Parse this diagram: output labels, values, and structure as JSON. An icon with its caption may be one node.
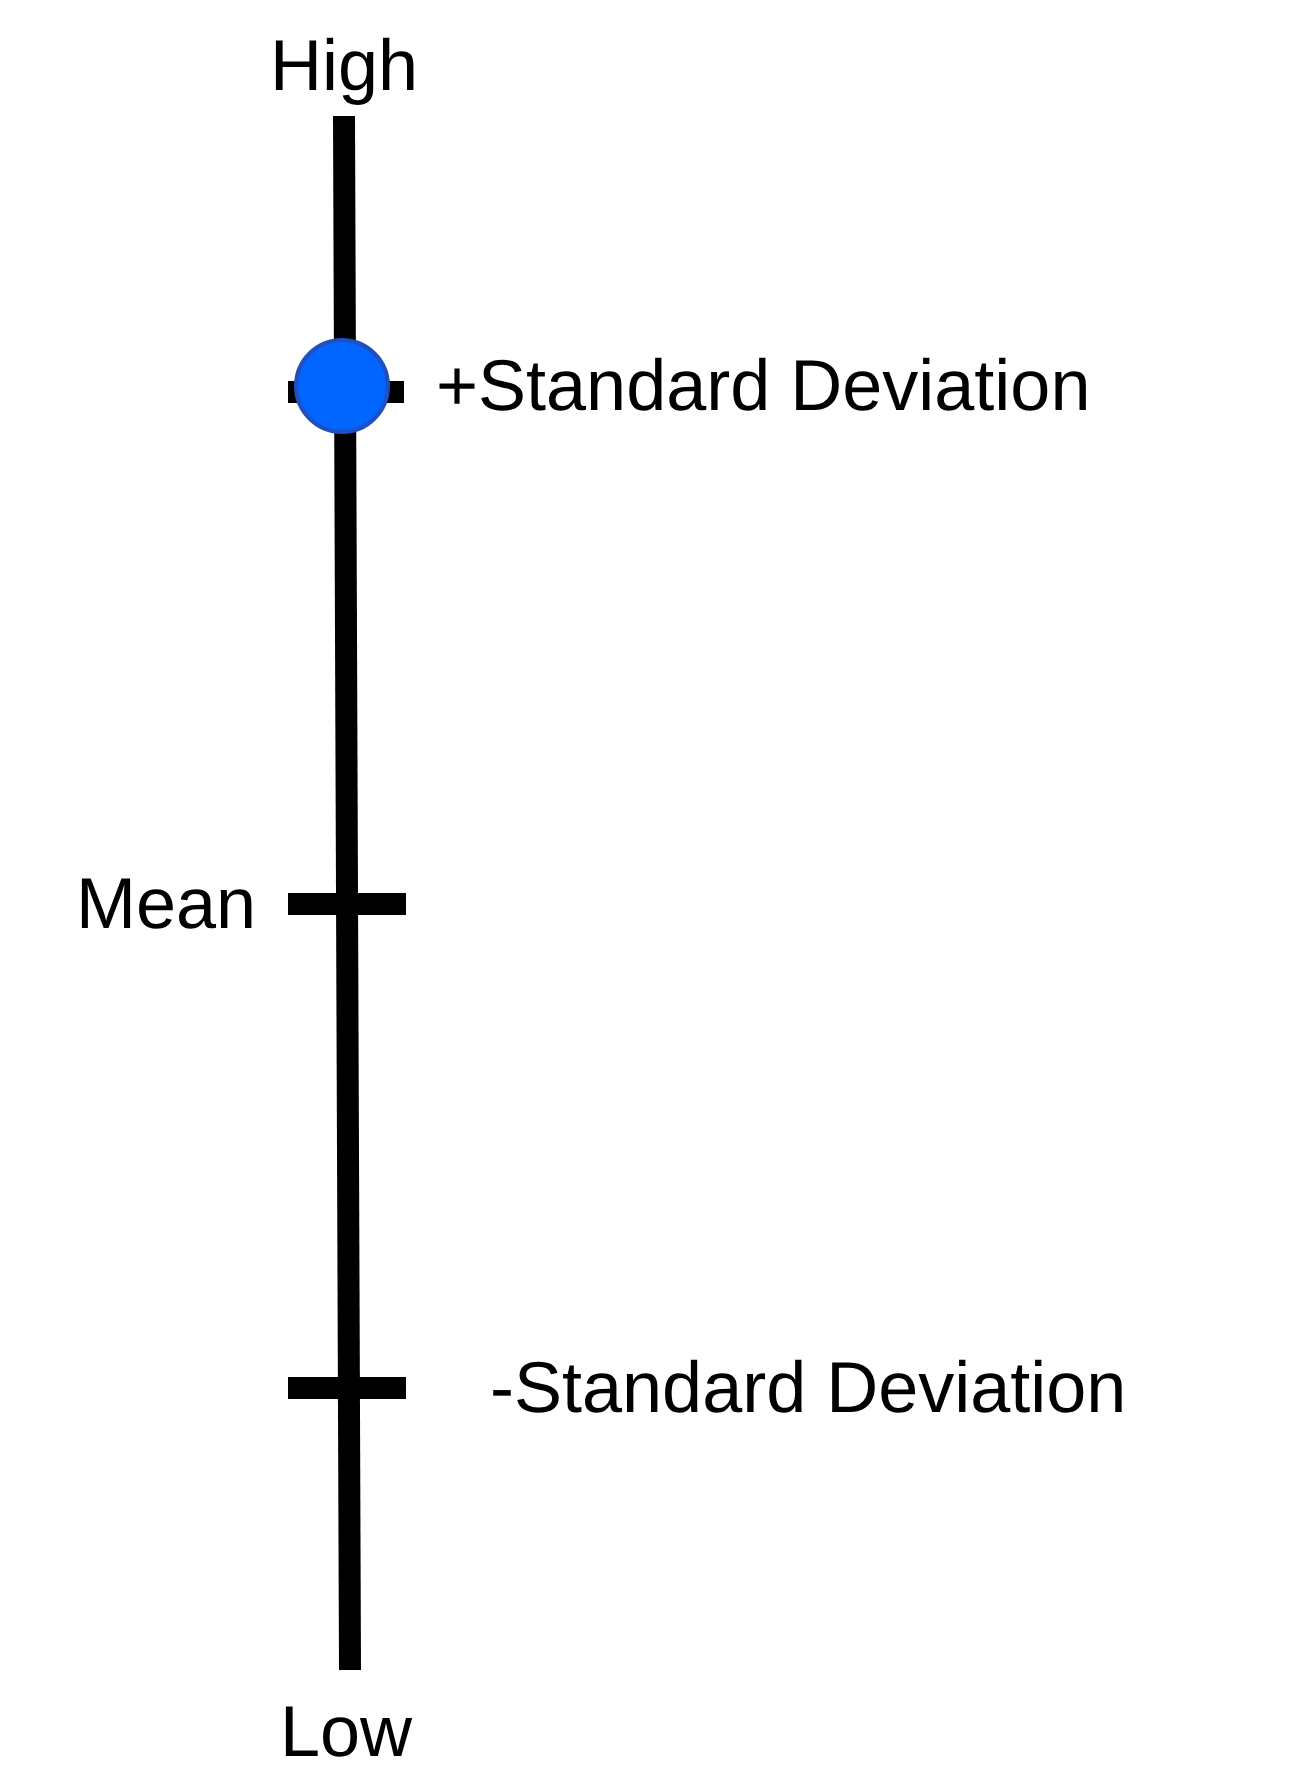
{
  "diagram": {
    "labels": [
      "High",
      "+Standard Deviation",
      "Mean",
      "-Standard Deviation",
      "Low"
    ]
  }
}
